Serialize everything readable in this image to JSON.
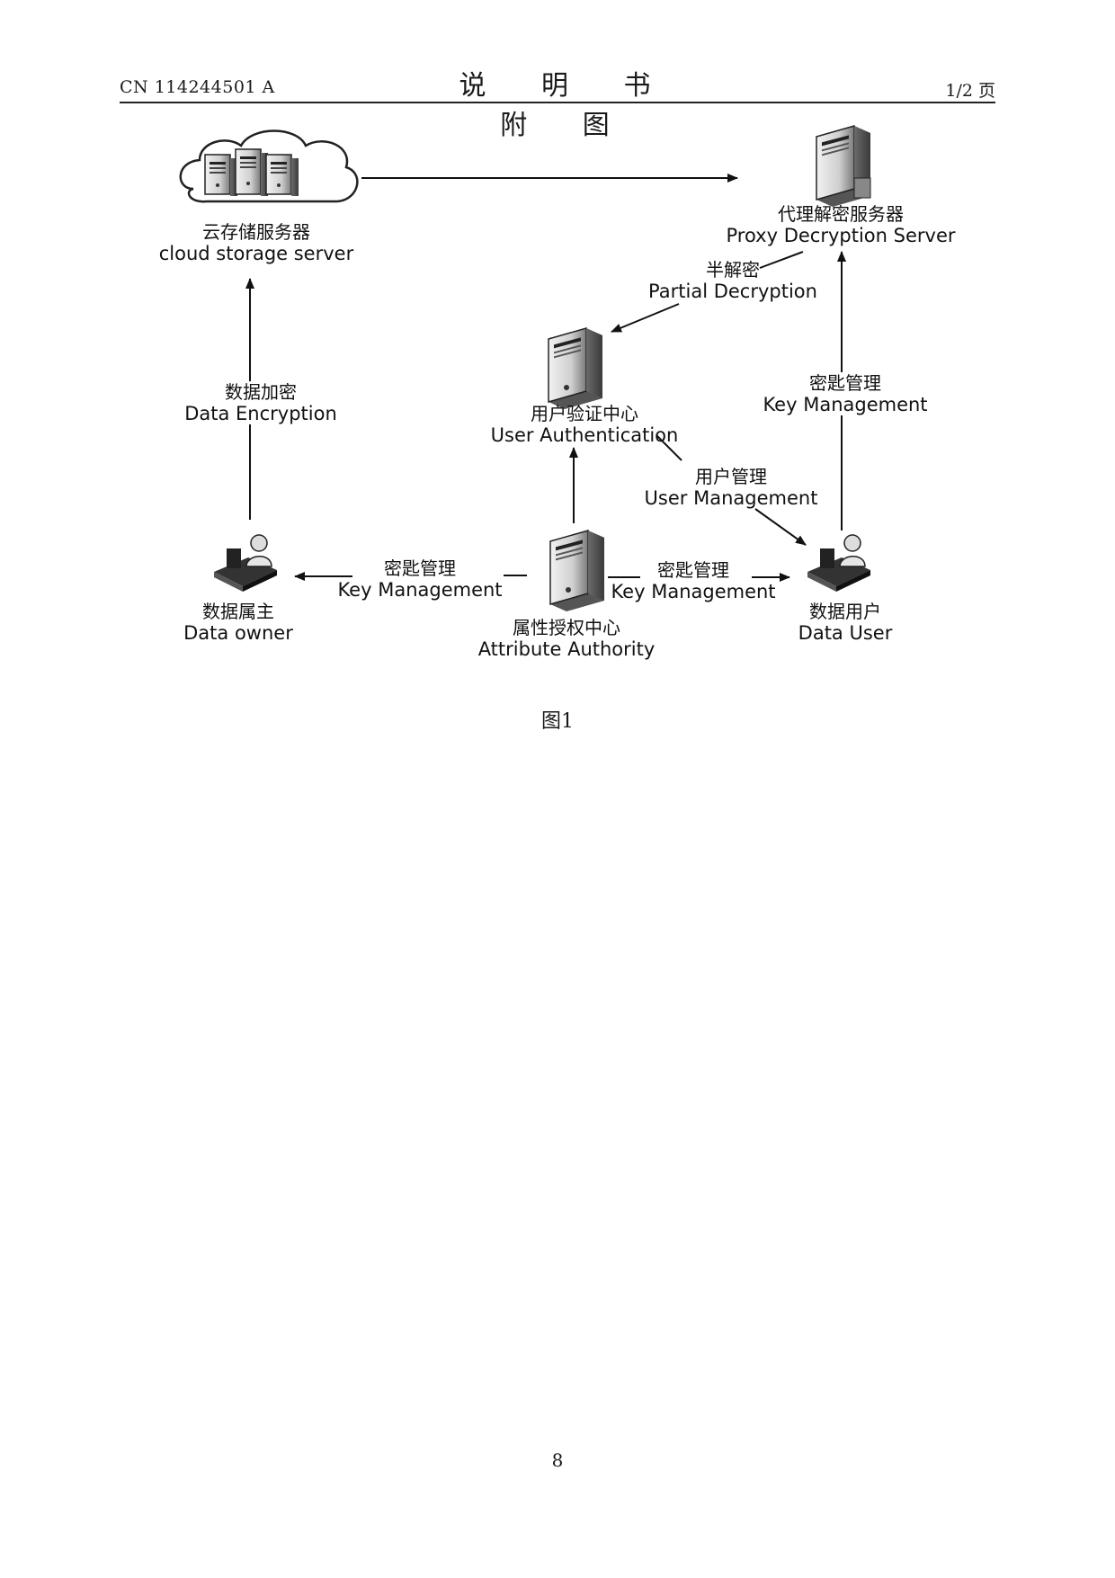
{
  "header": {
    "doc_number": "CN 114244501 A",
    "title": "说 明 书 附 图",
    "page_of": "1/2 页"
  },
  "diagram": {
    "nodes": {
      "cloud_storage": {
        "zh": "云存储服务器",
        "en": "cloud storage server",
        "icon": "cloud-server-icon"
      },
      "proxy_server": {
        "zh": "代理解密服务器",
        "en": "Proxy Decryption Server",
        "icon": "server-icon"
      },
      "user_auth": {
        "zh": "用户验证中心",
        "en": "User Authentication",
        "icon": "server-icon"
      },
      "data_owner": {
        "zh": "数据属主",
        "en": "Data owner",
        "icon": "user-workstation-icon"
      },
      "attribute_authority": {
        "zh": "属性授权中心",
        "en": "Attribute Authority",
        "icon": "server-icon"
      },
      "data_user": {
        "zh": "数据用户",
        "en": "Data User",
        "icon": "user-workstation-icon"
      }
    },
    "edges": {
      "partial_decryption": {
        "zh": "半解密",
        "en": "Partial Decryption"
      },
      "data_encryption": {
        "zh": "数据加密",
        "en": "Data Encryption"
      },
      "key_mgmt_proxy": {
        "zh": "密匙管理",
        "en": "Key Management"
      },
      "user_management": {
        "zh": "用户管理",
        "en": "User Management"
      },
      "key_mgmt_owner": {
        "zh": "密匙管理",
        "en": "Key Management"
      },
      "key_mgmt_user": {
        "zh": "密匙管理",
        "en": "Key Management"
      }
    }
  },
  "figure_caption": "图1",
  "page_number": "8"
}
